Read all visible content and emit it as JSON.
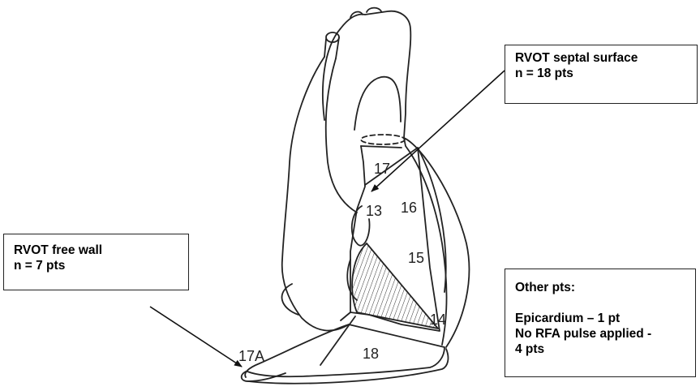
{
  "callouts": {
    "septal": {
      "line1": "RVOT septal surface",
      "line2": "n = 18 pts"
    },
    "free_wall": {
      "line1": "RVOT free wall",
      "line2": "n = 7 pts"
    },
    "other": {
      "title": "Other pts:",
      "line1": "Epicardium  – 1 pt",
      "line2": "No RFA pulse applied -",
      "line3": "4 pts"
    }
  },
  "segments": {
    "s13": "13",
    "s14": "14",
    "s15": "15",
    "s16": "16",
    "s17": "17",
    "s17a": "17A",
    "s18": "18"
  }
}
